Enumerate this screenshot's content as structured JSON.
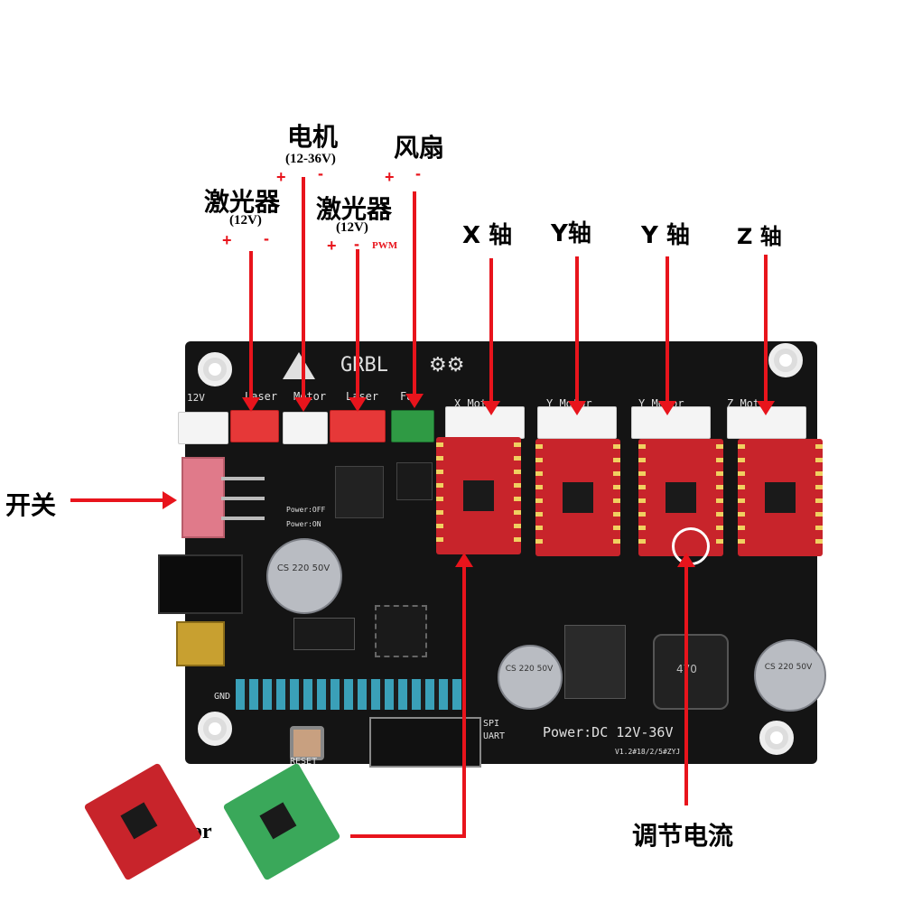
{
  "labels": {
    "motor_title": "电机",
    "motor_voltage": "(12-36V)",
    "fan_title": "风扇",
    "laser1_title": "激光器",
    "laser1_voltage": "(12V)",
    "laser2_title": "激光器",
    "laser2_voltage": "(12V)",
    "pwm": "PWM",
    "plus": "+",
    "minus": "-",
    "x_axis": "X 轴",
    "y_axis_1": "Y轴",
    "y_axis_2": "Y 轴",
    "z_axis": "Z 轴",
    "switch": "开关",
    "adjust_current": "调节电流",
    "or": "or"
  },
  "board": {
    "brand": "GRBL",
    "power": "Power:DC 12V-36V",
    "version": "V1.2#18/2/5#ZYJ",
    "reset": "RESET",
    "spi": "SPI",
    "uart": "UART",
    "gnd": "GND",
    "header_12v": "12V",
    "laser_header": "Laser",
    "motor_header": "Motor",
    "laser2_header": "Laser",
    "fan_header": "Fan",
    "x_motor": "X Motor",
    "y_motor_1": "Y Motor",
    "y_motor_2": "Y Motor",
    "z_motor": "Z Motor",
    "power_off": "Power:OFF",
    "power_on": "Power:ON",
    "cap_text_1": "CS 220 50V",
    "cap_text_2": "CS 220 50V",
    "cap_text_3": "CS 220 50V",
    "inductor": "470"
  },
  "colors": {
    "arrow": "#e8141c",
    "board": "#141414",
    "driver_red": "#c8242b",
    "driver_green": "#3aa85a"
  }
}
